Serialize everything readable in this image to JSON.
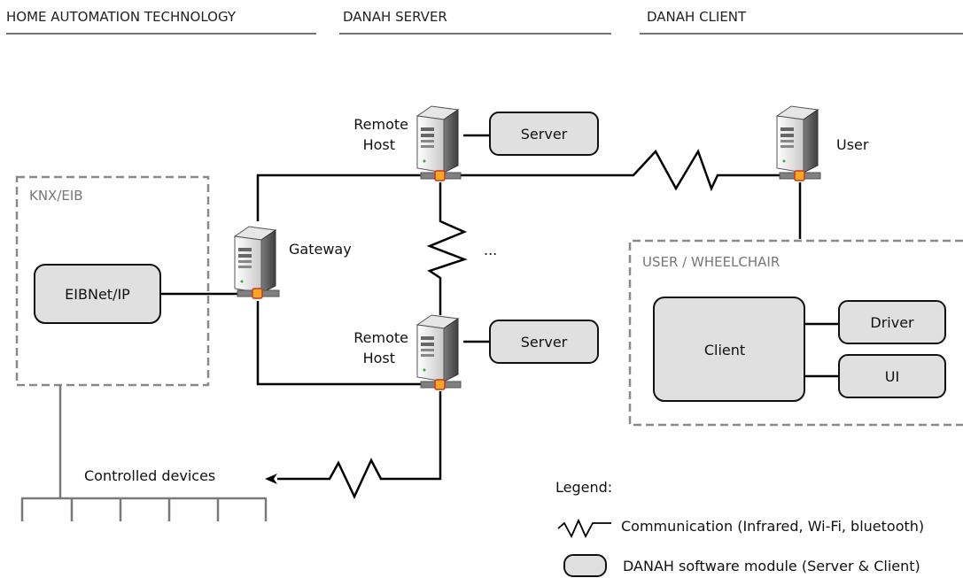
{
  "headers": {
    "home_automation": "HOME AUTOMATION TECHNOLOGY",
    "server": "DANAH SERVER",
    "client": "DANAH CLIENT"
  },
  "groups": {
    "knx": "KNX/EIB",
    "user_wheelchair": "USER / WHEELCHAIR"
  },
  "modules": {
    "eibnet": "EIBNet/IP",
    "server_top": "Server",
    "server_bottom": "Server",
    "client": "Client",
    "driver": "Driver",
    "ui": "UI"
  },
  "hosts": {
    "gateway": "Gateway",
    "remote_top": [
      "Remote",
      "Host"
    ],
    "remote_bottom": [
      "Remote",
      "Host"
    ],
    "user": "User"
  },
  "labels": {
    "ellipsis": "...",
    "controlled_devices": "Controlled devices"
  },
  "legend": {
    "title": "Legend:",
    "communication": "Communication (Infrared, Wi-Fi, bluetooth)",
    "module": "DANAH software module (Server & Client)"
  },
  "colors": {
    "module_fill": "#e0e0e0",
    "group_border": "#8a8a8a",
    "connector": "#f5a623"
  }
}
